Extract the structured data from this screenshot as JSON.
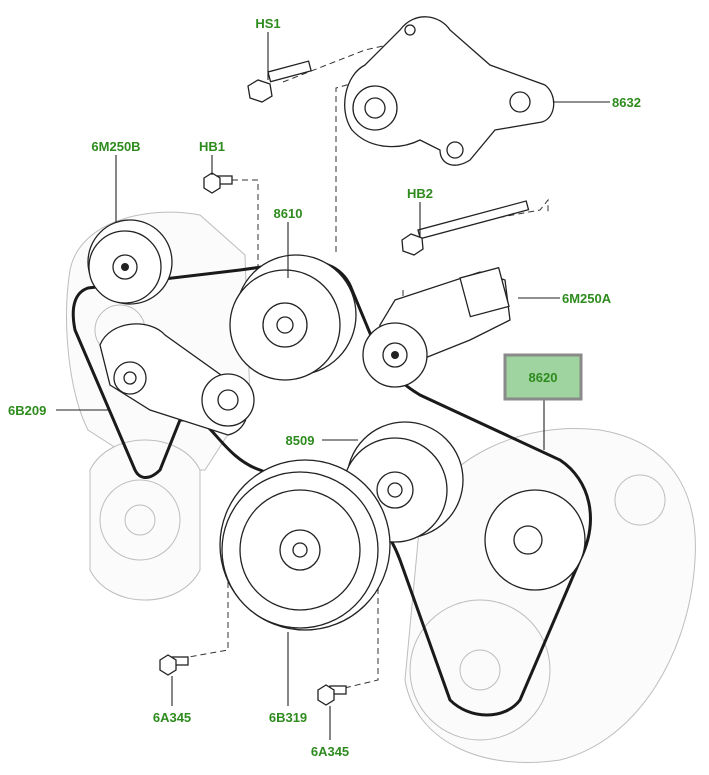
{
  "labels": {
    "hs1": "HS1",
    "p8632": "8632",
    "m250b": "6M250B",
    "hb1": "HB1",
    "p8610": "8610",
    "hb2": "HB2",
    "m250a": "6M250A",
    "p8620": "8620",
    "b209": "6B209",
    "p8509": "8509",
    "a345_left": "6A345",
    "b319": "6B319",
    "a345_bottom": "6A345"
  },
  "colors": {
    "label": "#2e8b1e",
    "highlight_fill": "#9fd39f",
    "highlight_border": "#8a8a8a"
  }
}
